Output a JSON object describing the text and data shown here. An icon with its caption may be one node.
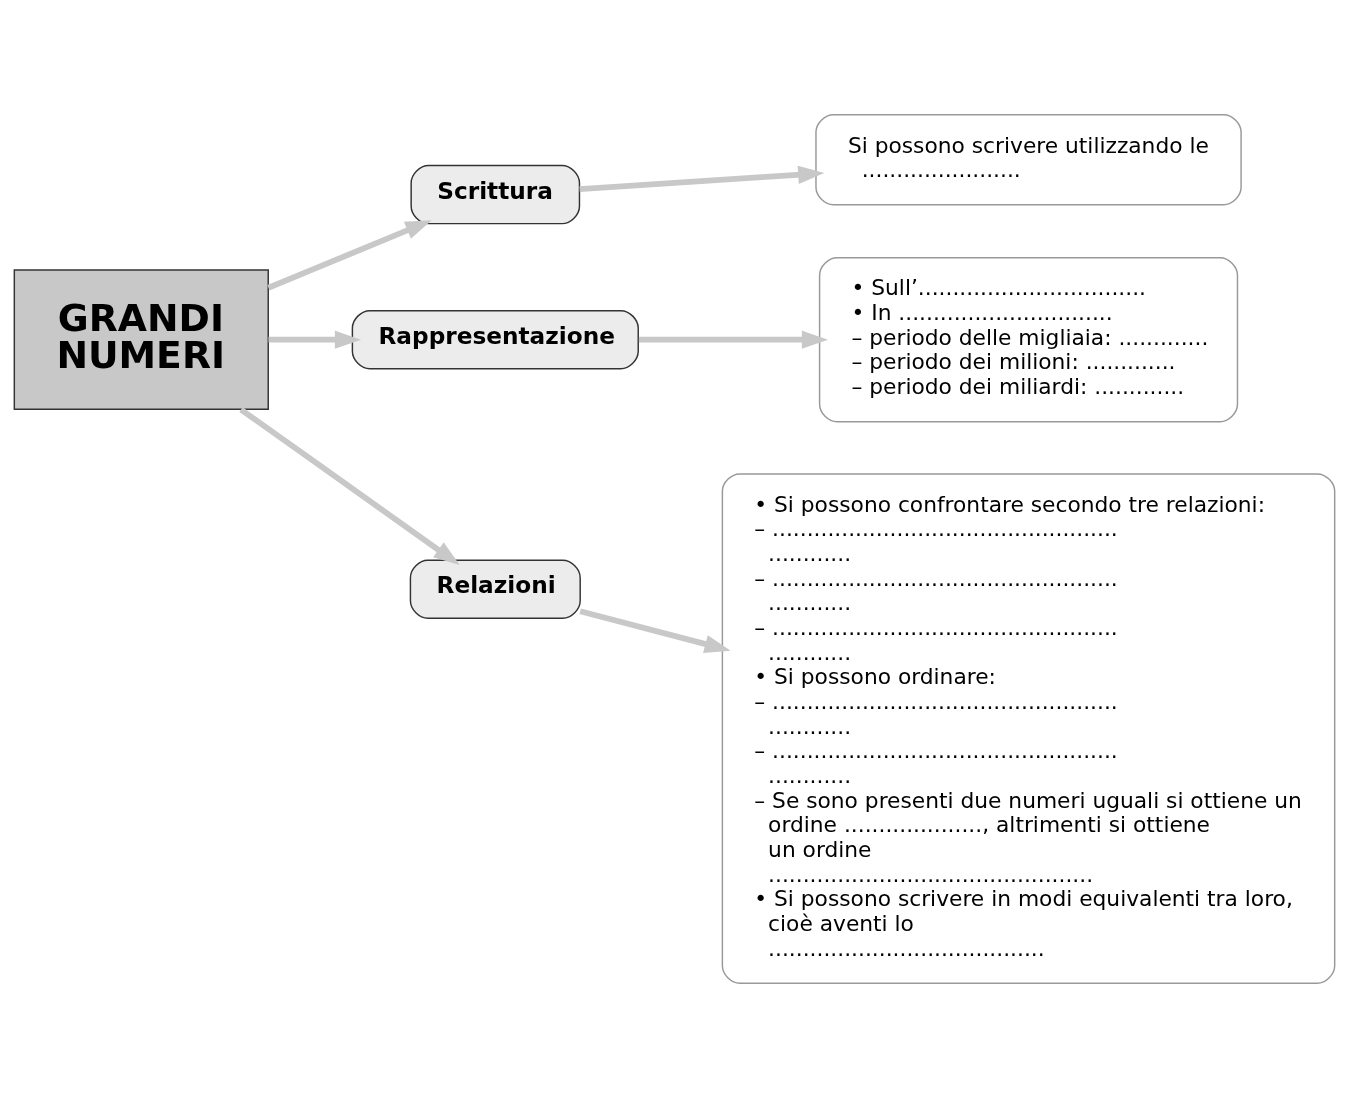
{
  "diagram": {
    "nodes": [
      {
        "text": [
          "GRANDI NUMERI"
        ]
      },
      {
        "text": [
          "Scrittura"
        ]
      },
      {
        "text": [
          "Rappresentazione"
        ]
      },
      {
        "text": [
          "Relazioni"
        ]
      },
      {
        "text": [
          "Si possono scrivere utilizzando le ......................."
        ]
      },
      {
        "text": [
          "• Sull’.................................",
          "• In ...............................",
          "– periodo delle migliaia: .............",
          "– periodo dei milioni: .............",
          "– periodo dei miliardi: ............."
        ]
      },
      {
        "text": [
          "• Si possono confrontare secondo tre relazioni:",
          "– ..............................................................",
          "– ..............................................................",
          "– ..............................................................",
          "• Si possono ordinare:",
          "– ..............................................................",
          "– ..............................................................",
          "– Se sono presenti due numeri uguali si ottiene un ordine ...................., altrimenti si ottiene un ordine ...............................................",
          "• Si possono scrivere in modi equivalenti tra loro, cioè aventi lo ........................................"
        ]
      }
    ],
    "edges": [
      {
        "from": 0,
        "to": 1,
        "arrow": "to"
      },
      {
        "from": 0,
        "to": 2,
        "arrow": "to"
      },
      {
        "from": 0,
        "to": 3,
        "arrow": "to"
      },
      {
        "from": 1,
        "to": 4,
        "arrow": "to"
      },
      {
        "from": 2,
        "to": 5,
        "arrow": "to"
      },
      {
        "from": 3,
        "to": 6,
        "arrow": "to"
      }
    ]
  }
}
